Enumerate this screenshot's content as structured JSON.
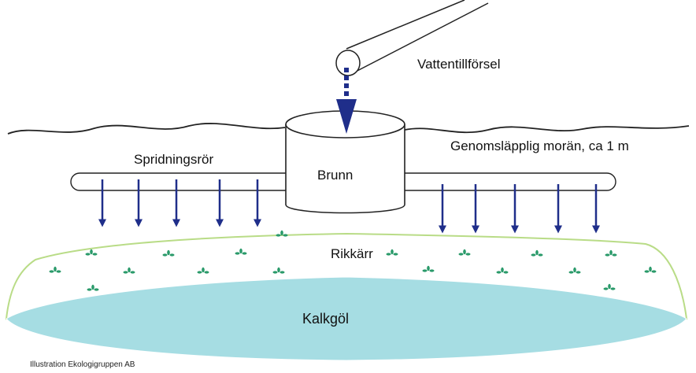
{
  "labels": {
    "water_supply": "Vattentillförsel",
    "moraine": "Genomsläpplig morän, ca 1 m",
    "distribution_pipe": "Spridningsrör",
    "well": "Brunn",
    "fen": "Rikkärr",
    "marl_lake": "Kalkgöl"
  },
  "credit": "Illustration Ekologigruppen AB",
  "colors": {
    "arrow": "#1f2e8a",
    "fen_outline": "#b9dc87",
    "plant": "#2a9a6a",
    "lake": "#a6dde3",
    "stroke": "#222222"
  }
}
